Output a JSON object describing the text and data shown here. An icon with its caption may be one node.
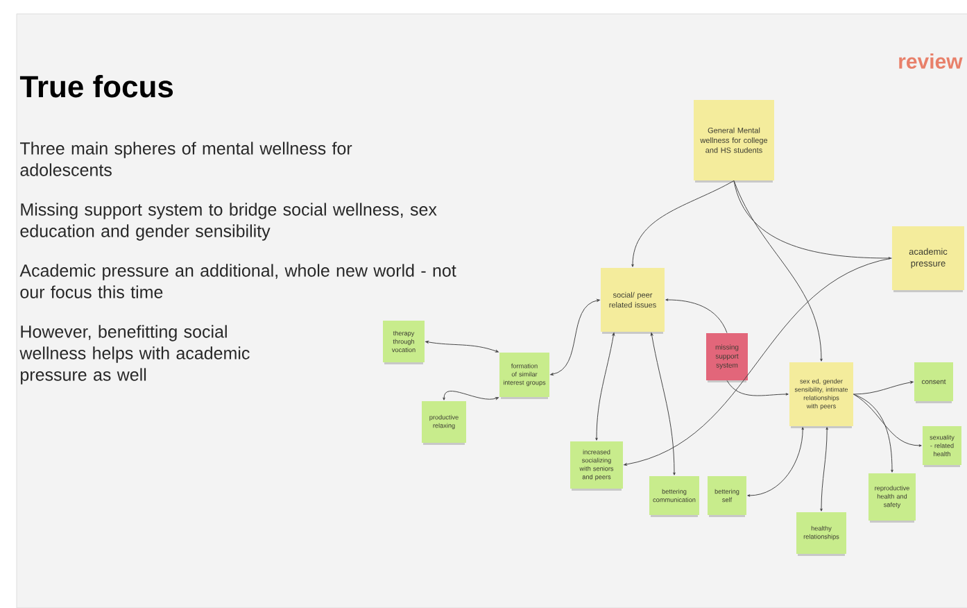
{
  "diagram": {
    "title": "True focus",
    "nodes": [
      {
        "text": [
          "General Mental wellness for college and HS students"
        ]
      },
      {
        "text": [
          "academic pressure"
        ]
      },
      {
        "text": [
          "social/ peer related issues"
        ]
      },
      {
        "text": [
          "missing support system"
        ]
      },
      {
        "text": [
          "sex ed, gender sensibility, intimate relationships with peers"
        ]
      },
      {
        "text": [
          "therapy through vocation"
        ]
      },
      {
        "text": [
          "formation of similar interest groups"
        ]
      },
      {
        "text": [
          "productive relaxing"
        ]
      },
      {
        "text": [
          "increased socializing with seniors and peers"
        ]
      },
      {
        "text": [
          "bettering communication"
        ]
      },
      {
        "text": [
          "bettering self"
        ]
      },
      {
        "text": [
          "healthy relationships"
        ]
      },
      {
        "text": [
          "consent"
        ]
      },
      {
        "text": [
          "sexuality - related health"
        ]
      },
      {
        "text": [
          "reproductive health and safety"
        ]
      }
    ],
    "edges": [
      {
        "from": 0,
        "to": 2,
        "arrow": "to"
      },
      {
        "from": 0,
        "to": 1,
        "arrow": "to"
      },
      {
        "from": 0,
        "to": 4,
        "arrow": "to"
      },
      {
        "from": 1,
        "to": 8,
        "arrow": "to"
      },
      {
        "from": 3,
        "to": 2,
        "arrow": "to"
      },
      {
        "from": 3,
        "to": 4,
        "arrow": "to"
      },
      {
        "from": 6,
        "to": 2,
        "arrow": "both"
      },
      {
        "from": 6,
        "to": 5,
        "arrow": "both"
      },
      {
        "from": 6,
        "to": 7,
        "arrow": "both"
      },
      {
        "from": 2,
        "to": 8,
        "arrow": "both"
      },
      {
        "from": 2,
        "to": 9,
        "arrow": "both"
      },
      {
        "from": 4,
        "to": 10,
        "arrow": "both"
      },
      {
        "from": 4,
        "to": 11,
        "arrow": "both"
      },
      {
        "from": 4,
        "to": 12,
        "arrow": "to"
      },
      {
        "from": 4,
        "to": 13,
        "arrow": "to"
      },
      {
        "from": 4,
        "to": 14,
        "arrow": "to"
      }
    ],
    "labels": [
      "Three main spheres of mental wellness for adolescents",
      "Missing support system to bridge social wellness, sex education and gender sensibility",
      "Academic pressure an additional, whole new world - not our focus this time",
      "However, benefitting social wellness helps with academic pressure as well",
      "review"
    ]
  }
}
